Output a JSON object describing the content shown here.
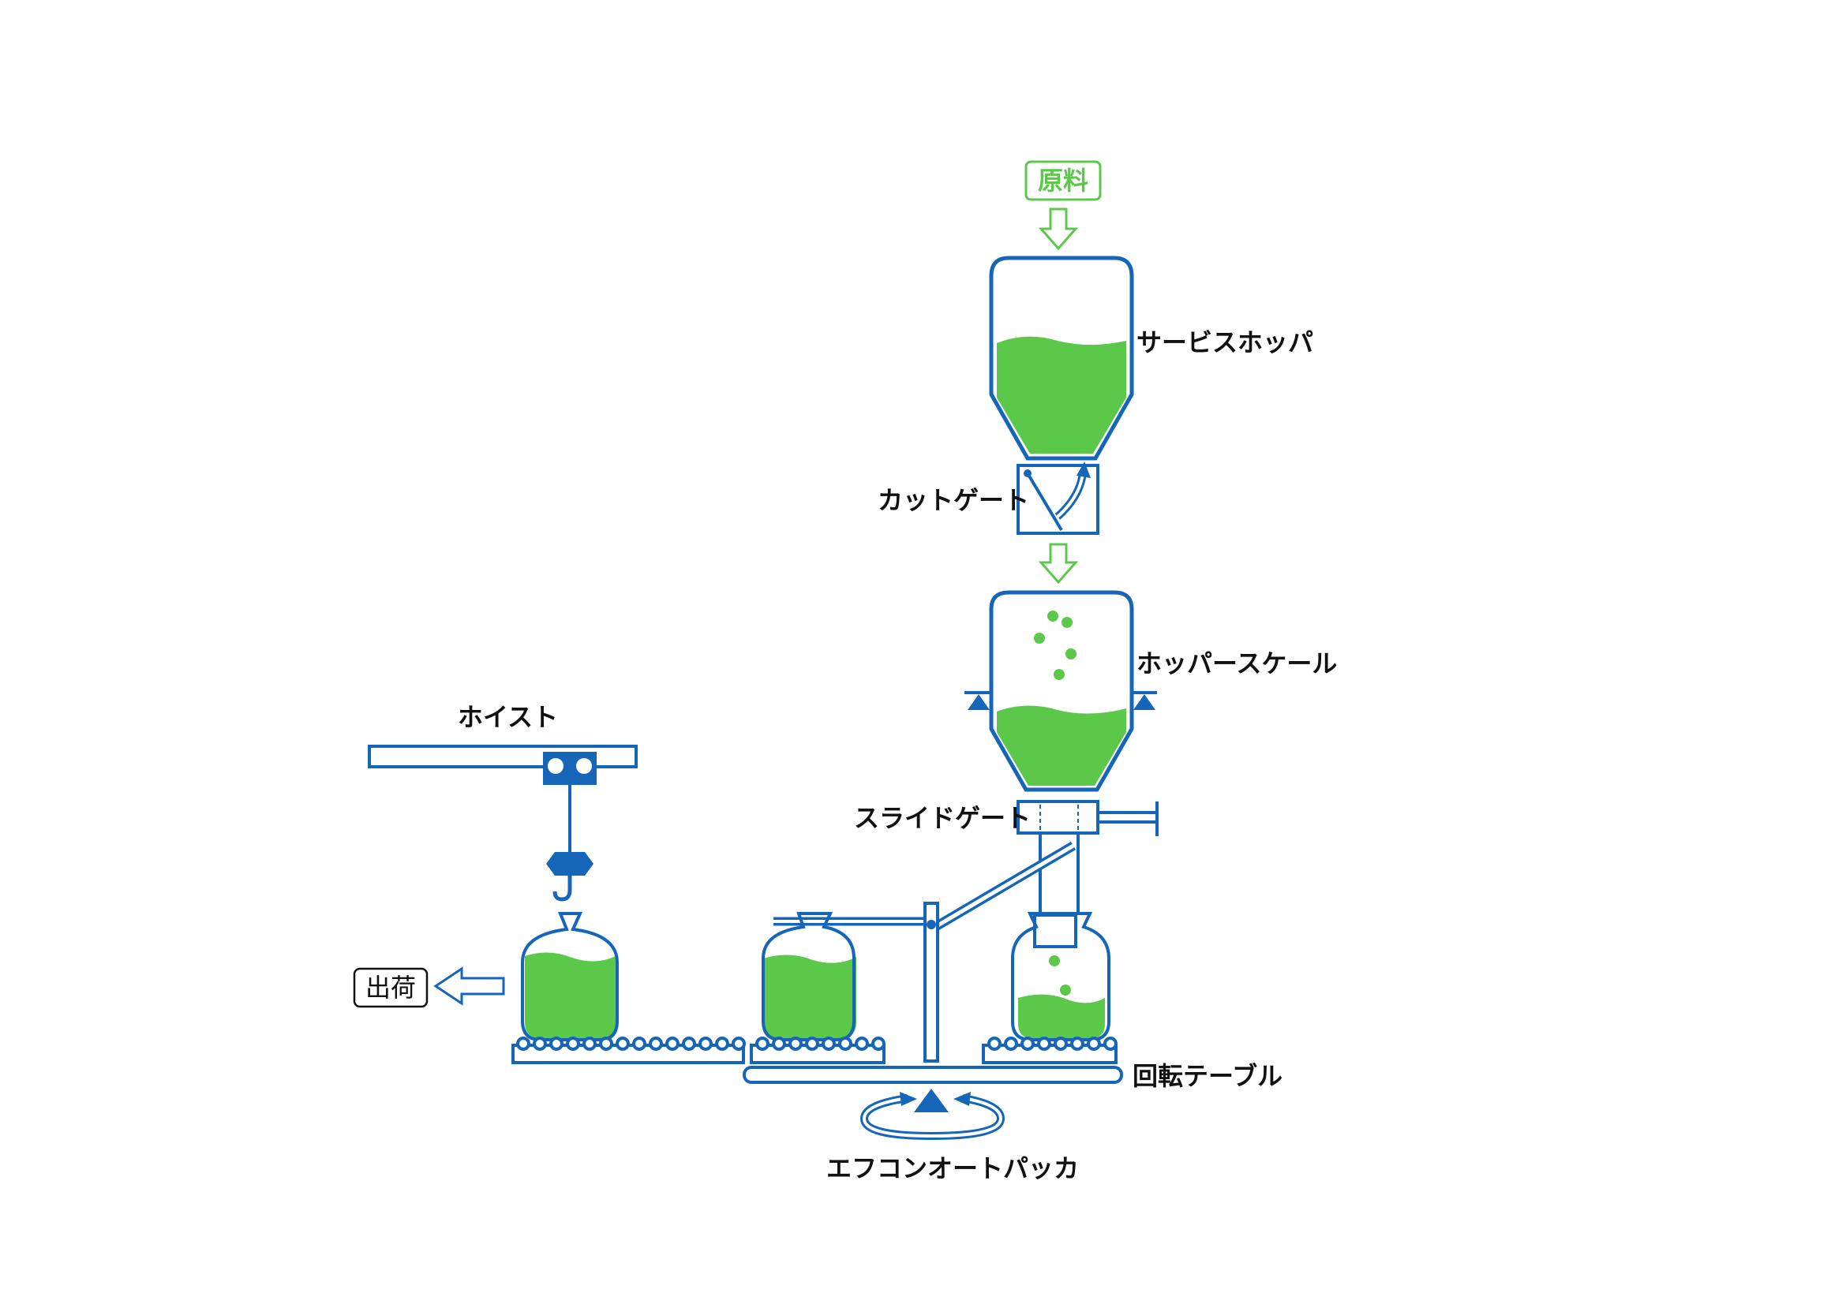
{
  "labels": {
    "raw_material": "原料",
    "service_hopper": "サービスホッパ",
    "cut_gate": "カットゲート",
    "hopper_scale": "ホッパースケール",
    "slide_gate": "スライドゲート",
    "hoist": "ホイスト",
    "shipping": "出荷",
    "rotary_table": "回転テーブル",
    "auto_packer": "エフコンオートパッカ"
  },
  "colors": {
    "structure_blue": "#1565b8",
    "material_green": "#5cc84a",
    "outline_green": "#5cc84a",
    "text": "#111111"
  },
  "icons": {
    "flow_arrow": "hollow-down-arrow",
    "ship_arrow": "hollow-left-arrow",
    "rotation": "circular-rotation-arrows"
  }
}
